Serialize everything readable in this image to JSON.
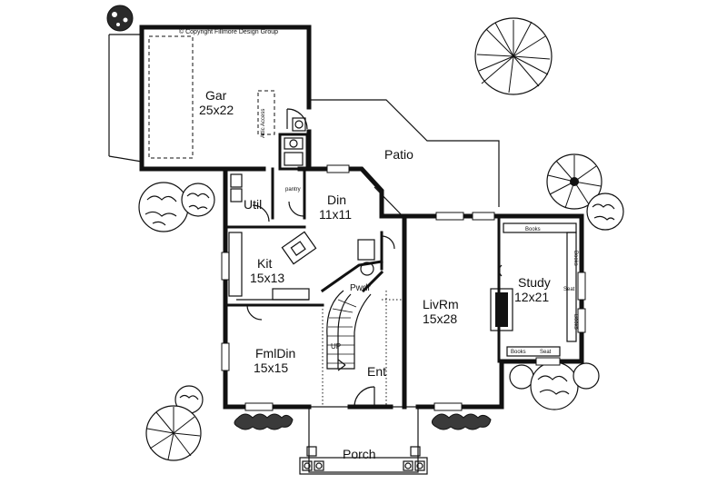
{
  "copyright": "© Copyright Fillmore Design Group",
  "rooms": {
    "garage": {
      "name": "Gar",
      "size": "25x22"
    },
    "attic": {
      "name": "Attic Access"
    },
    "patio": {
      "name": "Patio"
    },
    "utility": {
      "name": "Util"
    },
    "pantry": {
      "name": "pantry"
    },
    "dining": {
      "name": "Din",
      "size": "11x11"
    },
    "kitchen": {
      "name": "Kit",
      "size": "15x13"
    },
    "powder": {
      "name": "Pwdr"
    },
    "living": {
      "name": "LivRm",
      "size": "15x28"
    },
    "study": {
      "name": "Study",
      "size": "12x21"
    },
    "family_dining": {
      "name": "FmlDin",
      "size": "15x15"
    },
    "entry": {
      "name": "Ent"
    },
    "stair_up": {
      "name": "UP"
    },
    "porch": {
      "name": "Porch"
    }
  },
  "study_labels": {
    "books_top": "Books",
    "books_right": "Books",
    "books_right_lower": "Books",
    "seat_right": "Seat",
    "books_bottom": "Books",
    "seat_bottom": "Seat"
  }
}
